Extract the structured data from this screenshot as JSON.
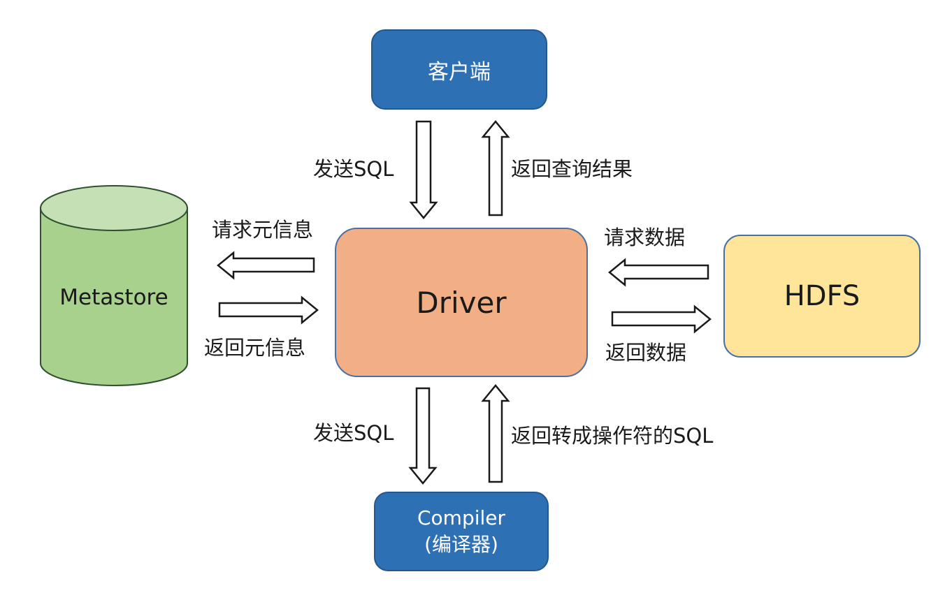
{
  "nodes": {
    "client": "客户端",
    "driver": "Driver",
    "metastore": "Metastore",
    "hdfs": "HDFS",
    "compiler_line1": "Compiler",
    "compiler_line2": "(编译器)"
  },
  "edges": {
    "client_to_driver": "发送SQL",
    "driver_to_client": "返回查询结果",
    "driver_to_metastore": "请求元信息",
    "metastore_to_driver": "返回元信息",
    "hdfs_request": "请求数据",
    "hdfs_return": "返回数据",
    "driver_to_compiler": "发送SQL",
    "compiler_to_driver": "返回转成操作符的SQL"
  },
  "colors": {
    "blue_box": "#2e70b4",
    "driver_box": "#f2ae84",
    "hdfs_box": "#fee59a",
    "metastore_body": "#a9d18e",
    "metastore_top": "#c5e0b4"
  }
}
